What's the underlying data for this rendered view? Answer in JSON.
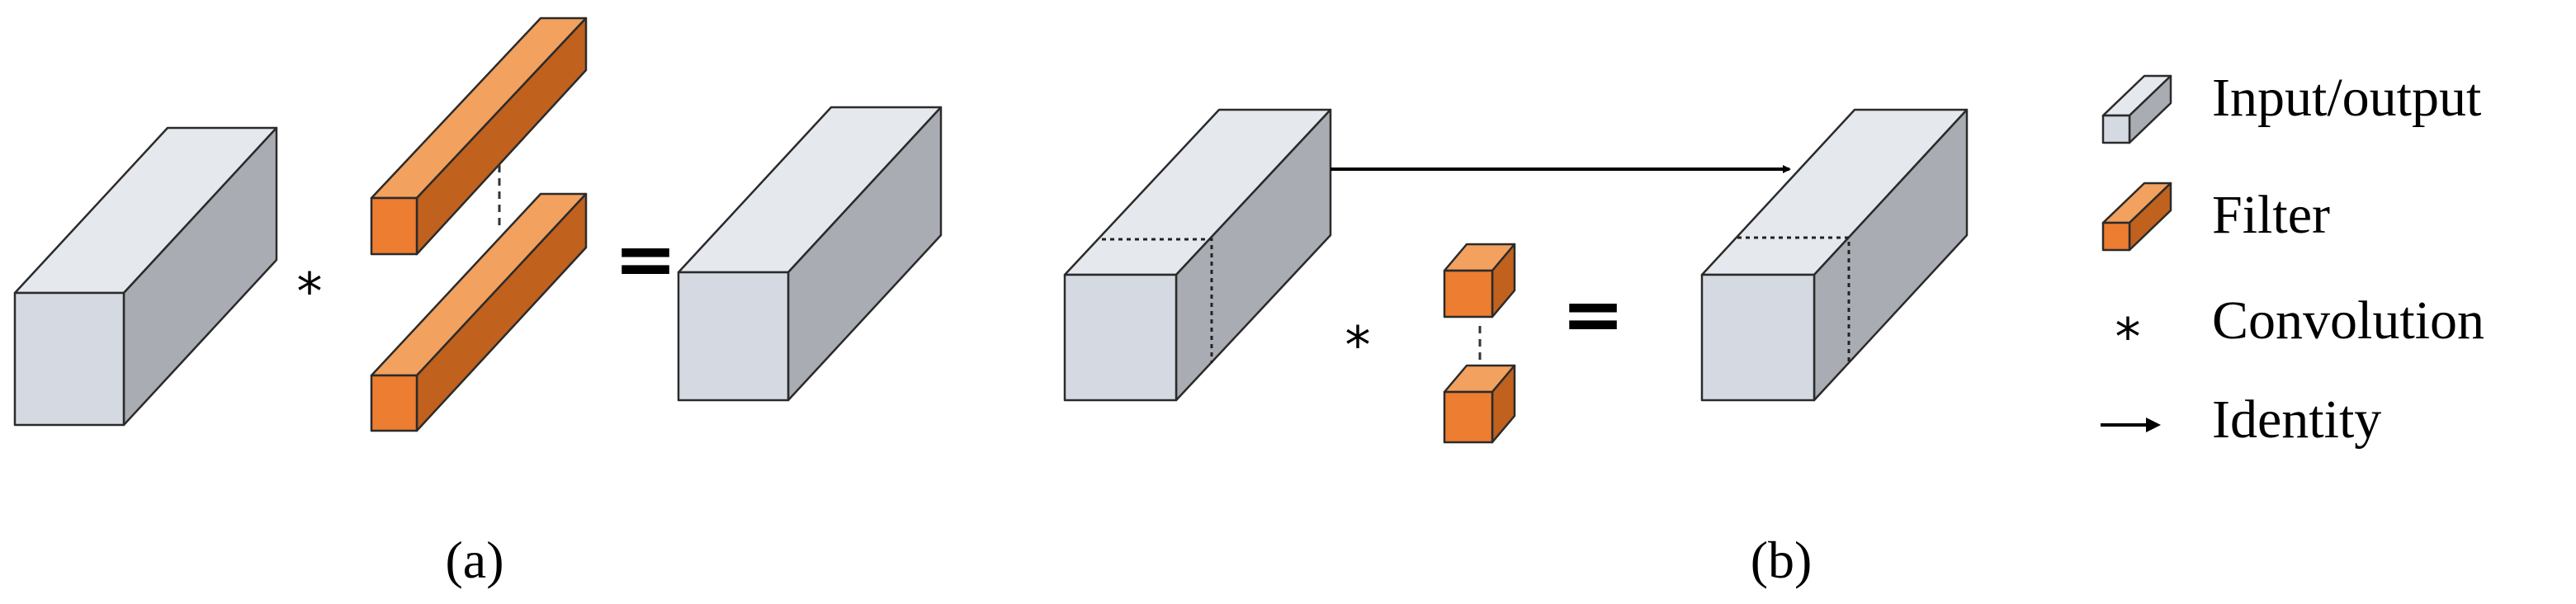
{
  "colors": {
    "io_front": "#d5dae2",
    "io_top": "#e5e8ed",
    "io_side": "#a9adb3",
    "filter_front": "#ed7d31",
    "filter_top": "#f2a15e",
    "filter_side": "#c0611e",
    "stroke": "#2b2b2b"
  },
  "panels": {
    "a": {
      "label": "(a)",
      "operator": "*",
      "equals": "="
    },
    "b": {
      "label": "(b)",
      "operator": "*",
      "equals": "="
    }
  },
  "legend": {
    "items": [
      {
        "icon": "input-output-block-icon",
        "label": "Input/output"
      },
      {
        "icon": "filter-block-icon",
        "label": "Filter"
      },
      {
        "icon": "convolution-star-icon",
        "label": "*",
        "text": "Convolution"
      },
      {
        "icon": "identity-arrow-icon",
        "label": "Identity"
      }
    ]
  }
}
